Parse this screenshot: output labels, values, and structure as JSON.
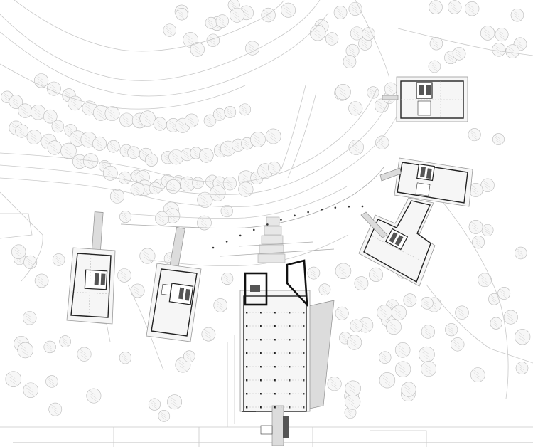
{
  "drawing": {
    "kind": "architectural site plan",
    "line_color": "#222222",
    "site_color": "#c9c9c9",
    "tree_fill": "#f7f7f7"
  },
  "buildings": [
    {
      "id": "north-pavilion"
    },
    {
      "id": "east-pavilion"
    },
    {
      "id": "east-angled-pavilion"
    },
    {
      "id": "west-pavilion"
    },
    {
      "id": "central-west-pavilion"
    },
    {
      "id": "central-hall"
    }
  ]
}
